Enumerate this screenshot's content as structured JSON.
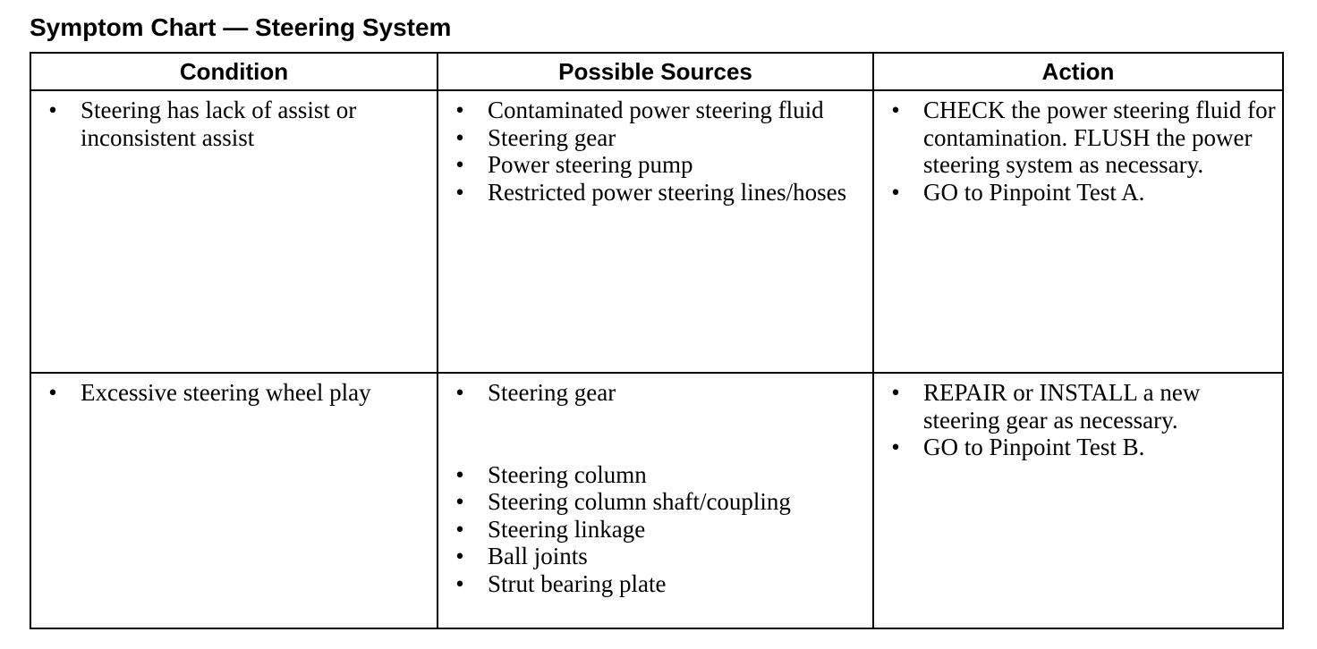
{
  "title": "Symptom Chart — Steering System",
  "columns": [
    "Condition",
    "Possible Sources",
    "Action"
  ],
  "bullet": "•",
  "rows": [
    {
      "condition": "Steering has lack of assist or inconsistent assist",
      "groups": [
        {
          "sources": [
            "Contaminated power steering fluid"
          ],
          "action": "CHECK the power steering fluid for contamination. FLUSH the power steering system as necessary."
        },
        {
          "sources": [
            "Steering gear",
            "Power steering pump",
            "Restricted power steering lines/hoses"
          ],
          "action": "GO to Pinpoint Test A."
        }
      ]
    },
    {
      "condition": "Excessive steering wheel play",
      "groups": [
        {
          "sources": [
            "Steering gear"
          ],
          "action": "REPAIR or INSTALL a new steering gear as necessary."
        },
        {
          "sources": [
            "Steering column",
            "Steering column shaft/coupling",
            "Steering linkage",
            "Ball joints",
            "Strut bearing plate"
          ],
          "action": "GO to Pinpoint Test B."
        }
      ]
    }
  ]
}
